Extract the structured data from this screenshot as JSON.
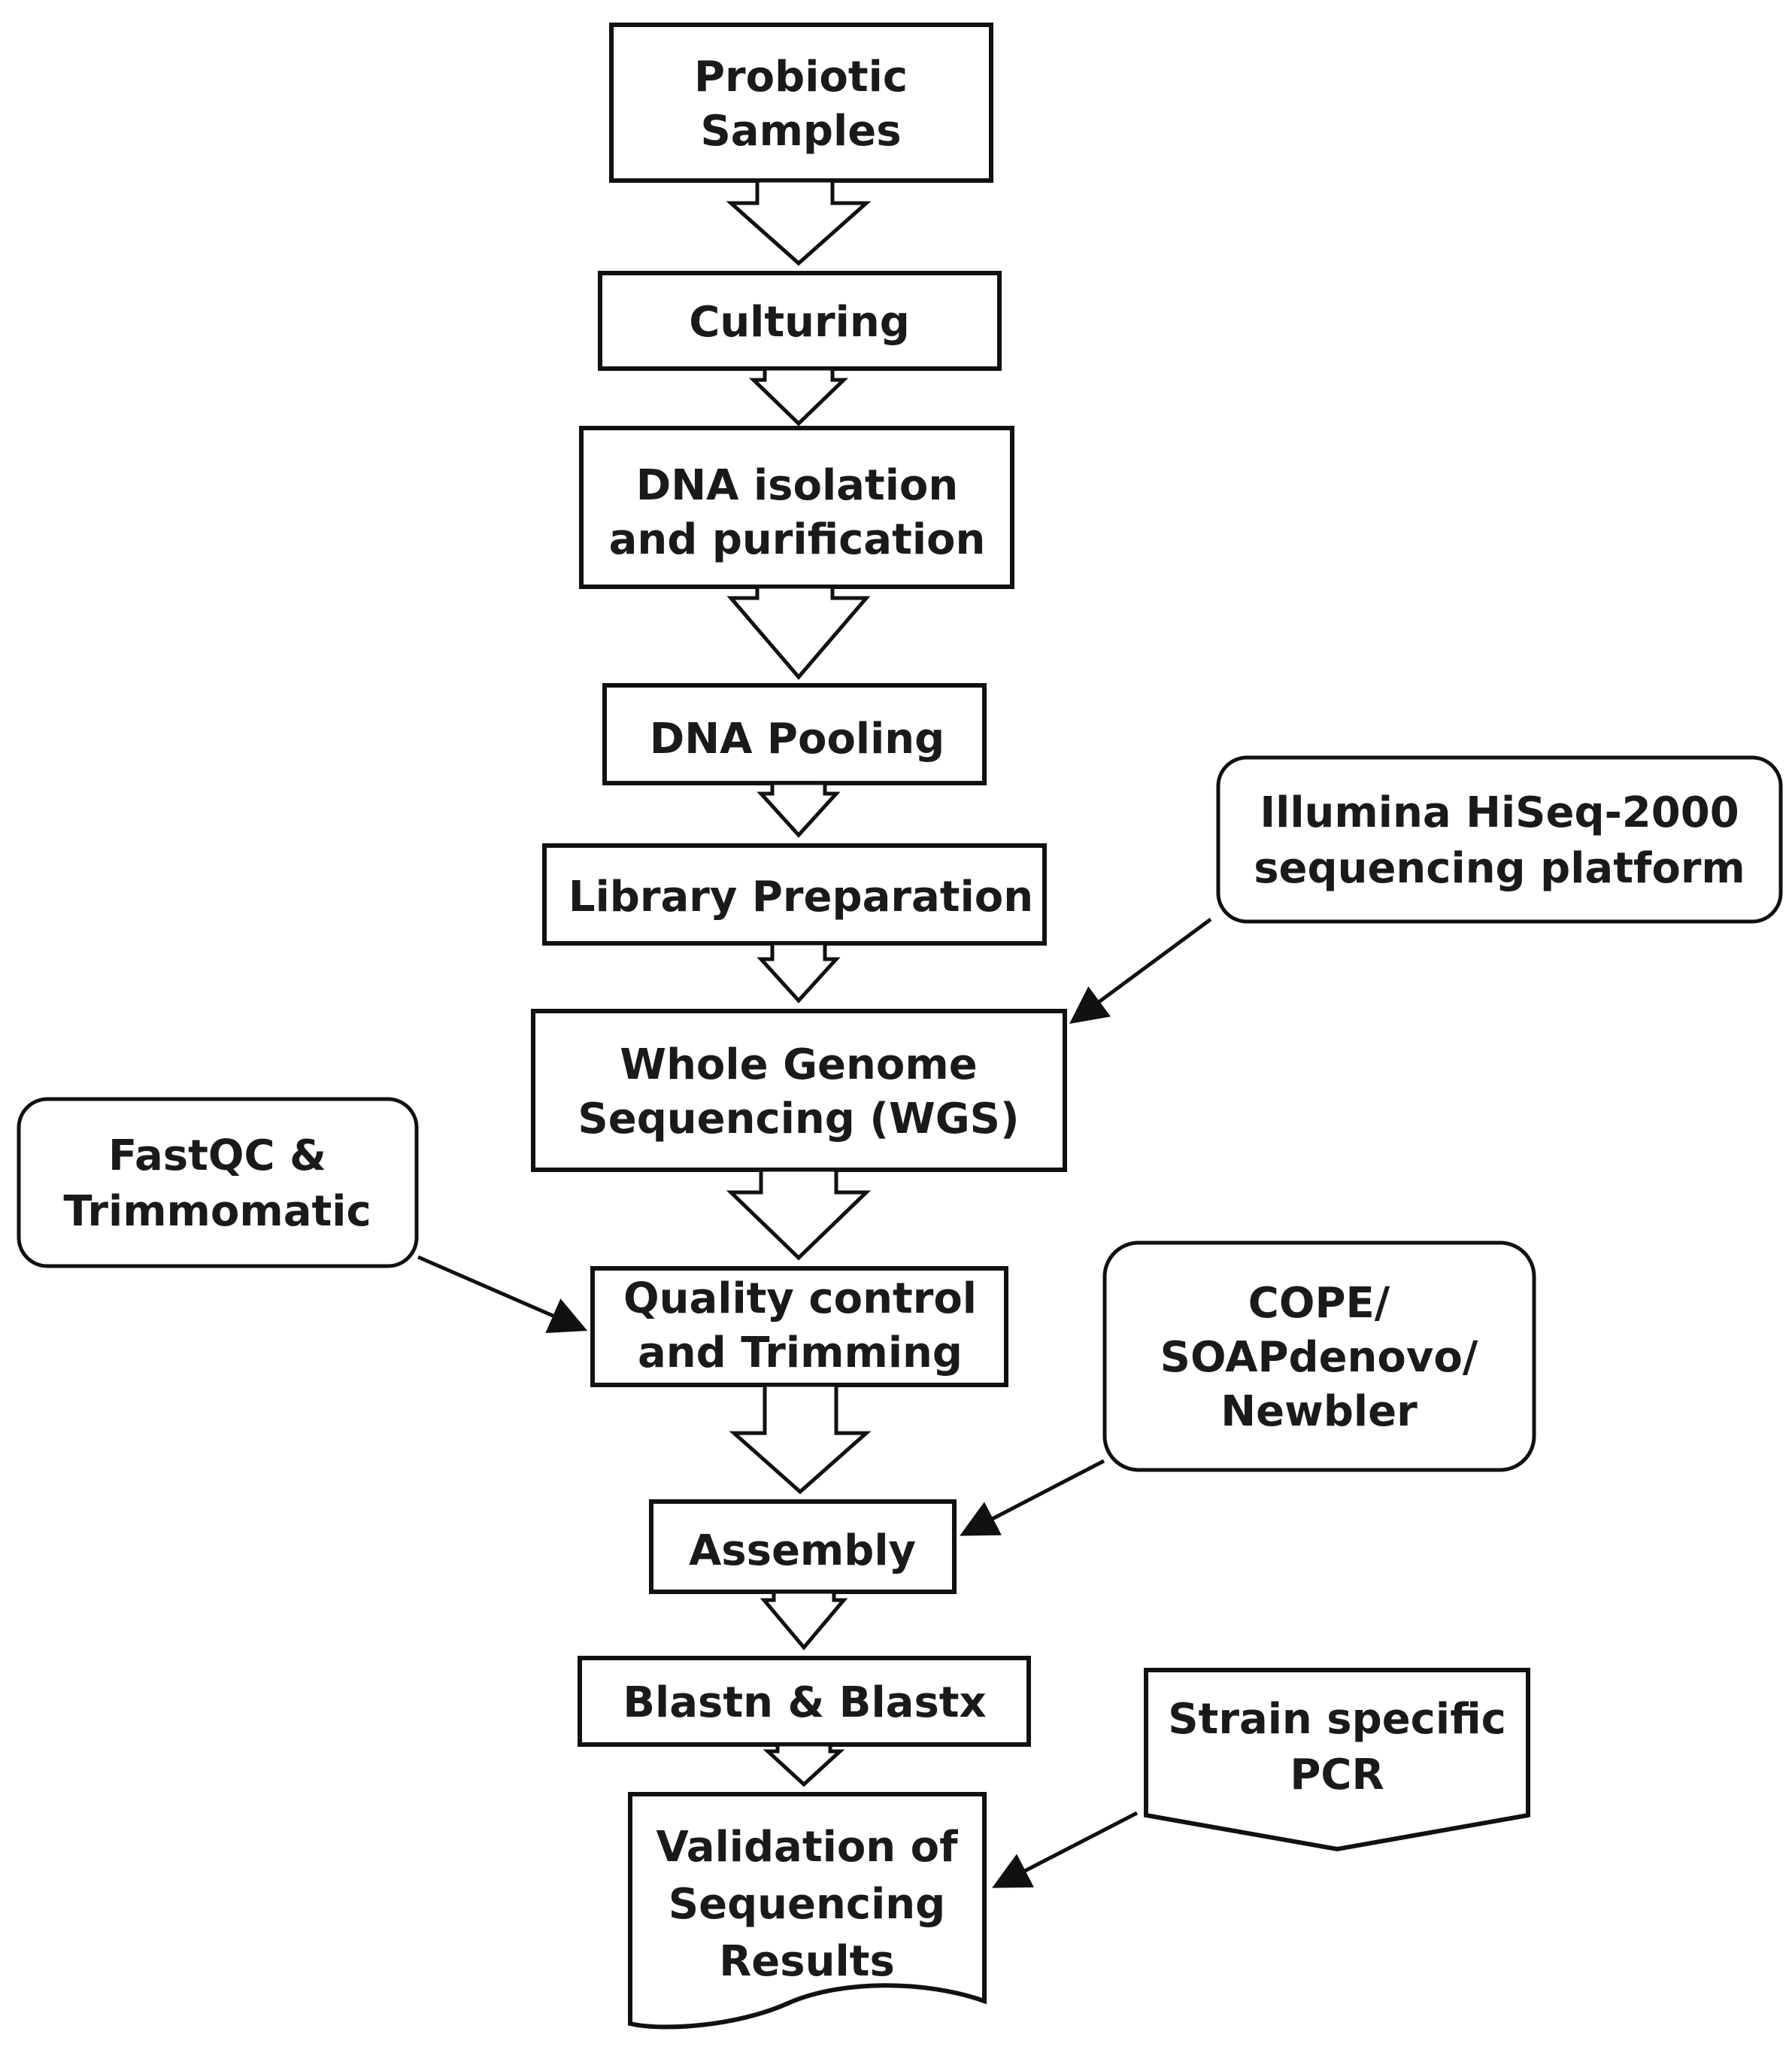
{
  "steps": {
    "probiotic_samples": [
      "Probiotic",
      "Samples"
    ],
    "culturing": [
      "Culturing"
    ],
    "dna_isolation": [
      "DNA isolation",
      "and purification"
    ],
    "dna_pooling": [
      "DNA Pooling"
    ],
    "library_preparation": [
      "Library Preparation"
    ],
    "wgs": [
      "Whole Genome",
      "Sequencing (WGS)"
    ],
    "quality_control": [
      "Quality control",
      "and Trimming"
    ],
    "assembly": [
      "Assembly"
    ],
    "blast": [
      "Blastn & Blastx"
    ],
    "validation": [
      "Validation of",
      "Sequencing",
      "Results"
    ]
  },
  "tools": {
    "illumina": [
      "Illumina HiSeq-2000",
      "sequencing platform"
    ],
    "fastqc": [
      "FastQC &",
      "Trimmomatic"
    ],
    "assemblers": [
      "COPE/",
      "SOAPdenovo/",
      "Newbler"
    ],
    "pcr": [
      "Strain specific",
      "PCR"
    ]
  }
}
